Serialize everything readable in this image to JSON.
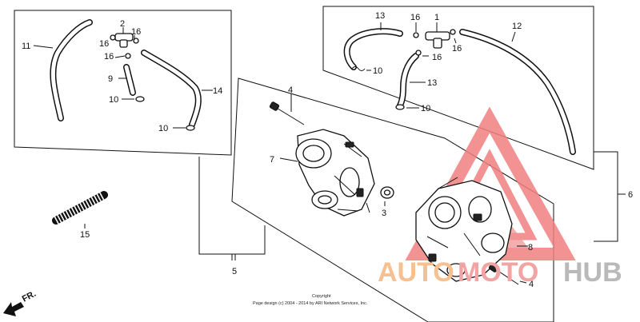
{
  "diagram": {
    "callouts": {
      "c1": "1",
      "c2": "2",
      "c3": "3",
      "c4a": "4",
      "c4b": "4",
      "c5": "5",
      "c6": "6",
      "c7": "7",
      "c8": "8",
      "c9": "9",
      "c10a": "10",
      "c10b": "10",
      "c10c": "10",
      "c10d": "10",
      "c11": "11",
      "c12": "12",
      "c13a": "13",
      "c13b": "13",
      "c14": "14",
      "c15": "15",
      "c16a": "16",
      "c16b": "16",
      "c16c": "16",
      "c16d": "16",
      "c16e": "16"
    },
    "direction_label": "FR.",
    "copyright_line1": "Copyright",
    "copyright_line2": "Page design (c) 2004 - 2014 by ARI Network Services, Inc."
  },
  "watermark": {
    "text_part1": "AUTO",
    "text_part2": "MOTO",
    "text_part3": "HUB",
    "color_triangle": "#f08080",
    "color_auto": "#f6c090",
    "color_moto": "#f2a3a3",
    "color_hub": "#b9b9b9"
  }
}
